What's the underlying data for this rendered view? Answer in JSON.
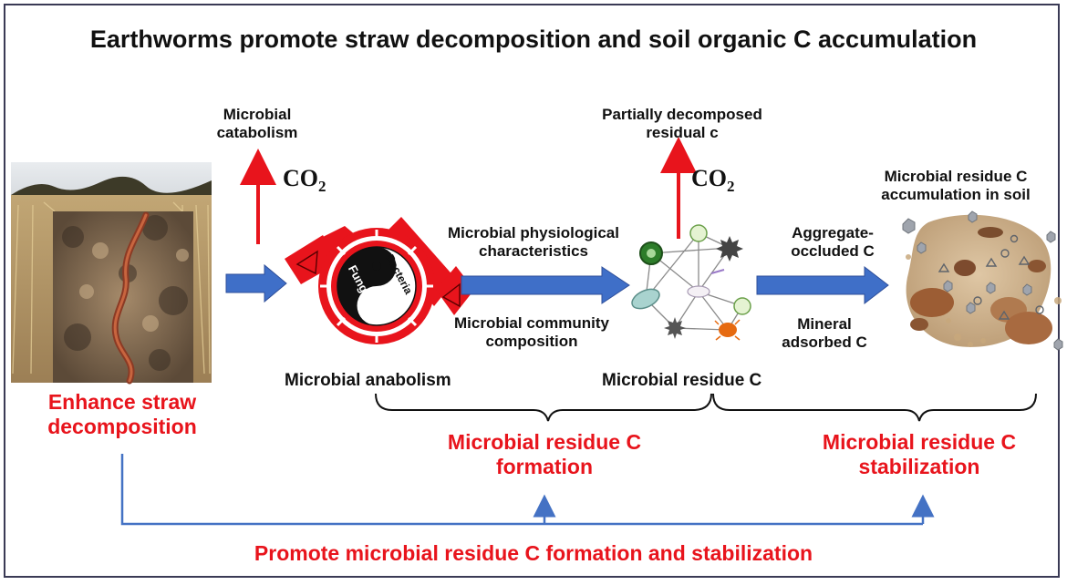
{
  "title": "Earthworms promote straw decomposition and soil organic C accumulation",
  "labels": {
    "microbial_catabolism": "Microbial catabolism",
    "co2_left": "CO",
    "co2_right": "CO",
    "co2_subscript": "2",
    "partially_decomposed": "Partially decomposed residual c",
    "physiological": "Microbial physiological characteristics",
    "community": "Microbial community composition",
    "aggregate_occluded": "Aggregate-occluded C",
    "mineral_adsorbed": "Mineral adsorbed C",
    "residue_accumulation": "Microbial residue C accumulation in soil",
    "bacteria": "Bacteria",
    "fungi": "Fungi",
    "anabolism": "Microbial anabolism",
    "residue_c": "Microbial residue C",
    "enhance_straw": "Enhance straw decomposition",
    "residue_formation": "Microbial residue C formation",
    "residue_stabilization": "Microbial residue C stabilization",
    "promote": "Promote microbial residue C formation and stabilization"
  },
  "colors": {
    "red": "#e8141c",
    "blue_arrow": "#3f6fc8",
    "blue_line": "#4472c4",
    "frame": "#3a3a55"
  }
}
